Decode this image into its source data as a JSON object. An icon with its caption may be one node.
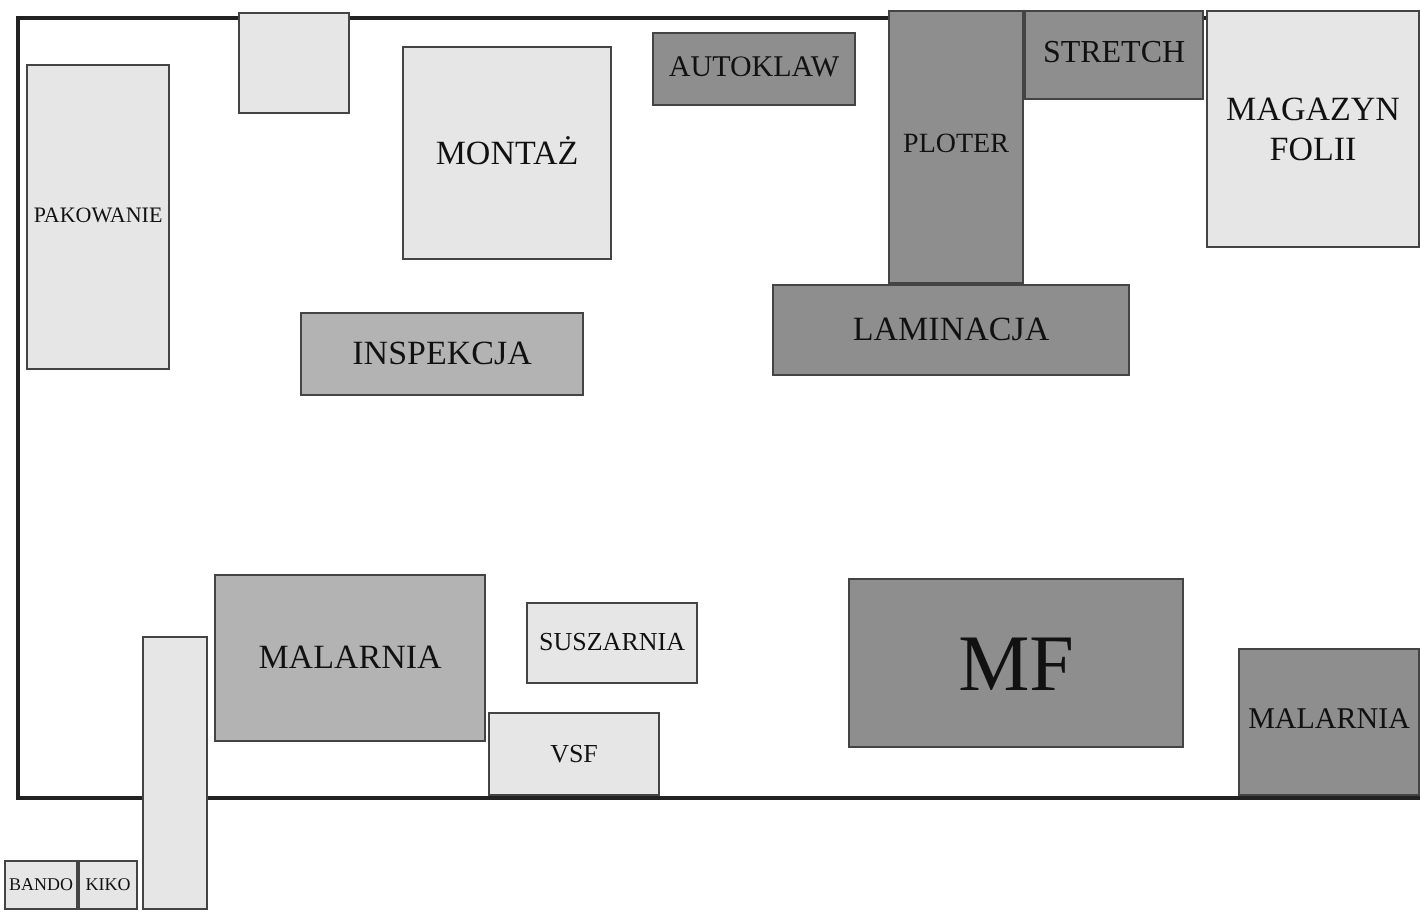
{
  "diagram": {
    "nodes": [
      {
        "text": [],
        "shape": "box"
      },
      {
        "text": [],
        "shape": "box",
        "in": 0
      },
      {
        "text": [
          "MONTAŻ"
        ],
        "in": 0
      },
      {
        "text": [
          "AUTOKLAW"
        ],
        "in": 0
      },
      {
        "text": [
          "PLOTER"
        ],
        "in": 0
      },
      {
        "text": [
          "STRETCH"
        ],
        "in": 0
      },
      {
        "text": [
          "MAGAZYN FOLII"
        ],
        "in": 0
      },
      {
        "text": [
          "PAKOWANIE"
        ],
        "in": 0
      },
      {
        "text": [
          "INSPEKCJA"
        ],
        "in": 0
      },
      {
        "text": [
          "LAMINACJA"
        ],
        "in": 0
      },
      {
        "text": [
          "MALARNIA"
        ],
        "in": 0
      },
      {
        "text": [
          "SUSZARNIA"
        ],
        "in": 0
      },
      {
        "text": [
          "MF"
        ],
        "in": 0
      },
      {
        "text": [
          "VSF"
        ],
        "in": 0
      },
      {
        "text": [
          "MALARNIA"
        ],
        "in": 0
      },
      {
        "text": [],
        "shape": "box"
      },
      {
        "text": [
          "BANDO"
        ]
      },
      {
        "text": [
          "KIKO"
        ]
      }
    ],
    "edges": []
  }
}
